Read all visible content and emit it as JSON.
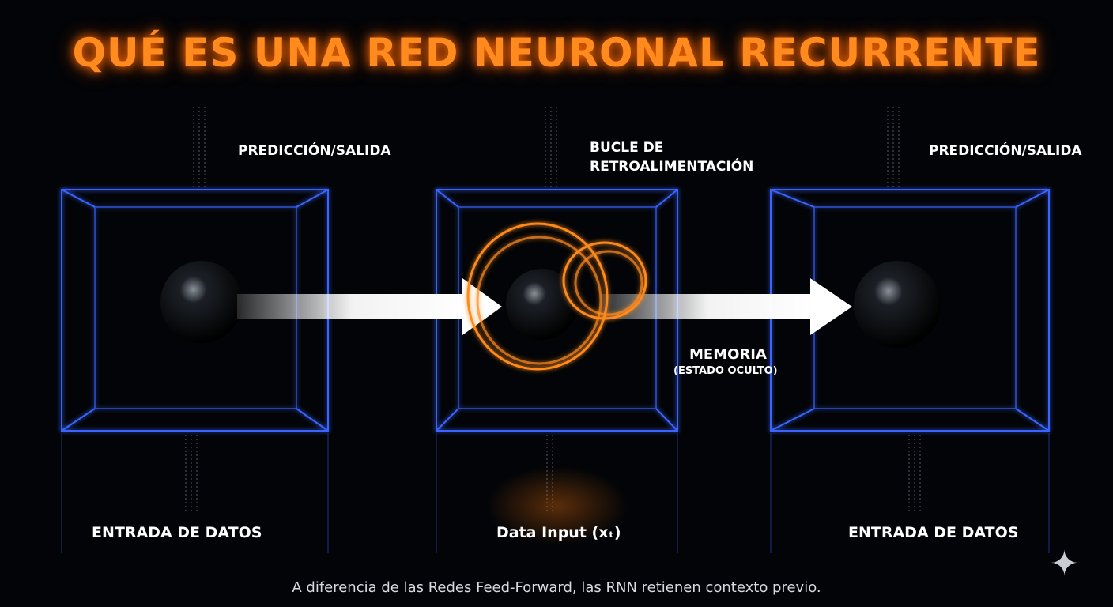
{
  "title": "QUÉ ES UNA RED NEURONAL RECURRENTE",
  "labels": {
    "left_top": "PREDICCIÓN/SALIDA",
    "center_top_1": "BUCLE DE",
    "center_top_2": "RETROALIMENTACIÓN",
    "right_top": "PREDICCIÓN/SALIDA",
    "memory": "MEMORIA",
    "memory_sub": "(ESTADO OCULTO)",
    "left_bottom": "ENTRADA DE DATOS",
    "center_bottom": "Data Input (xₜ)",
    "right_bottom": "ENTRADA DE DATOS"
  },
  "caption": "A diferencia de las Redes Feed-Forward, las RNN retienen contexto previo.",
  "colors": {
    "accent": "#ff8a1e",
    "cube": "#3a64ff",
    "background": "#020407"
  },
  "icons": {
    "corner": "sparkle-icon"
  }
}
